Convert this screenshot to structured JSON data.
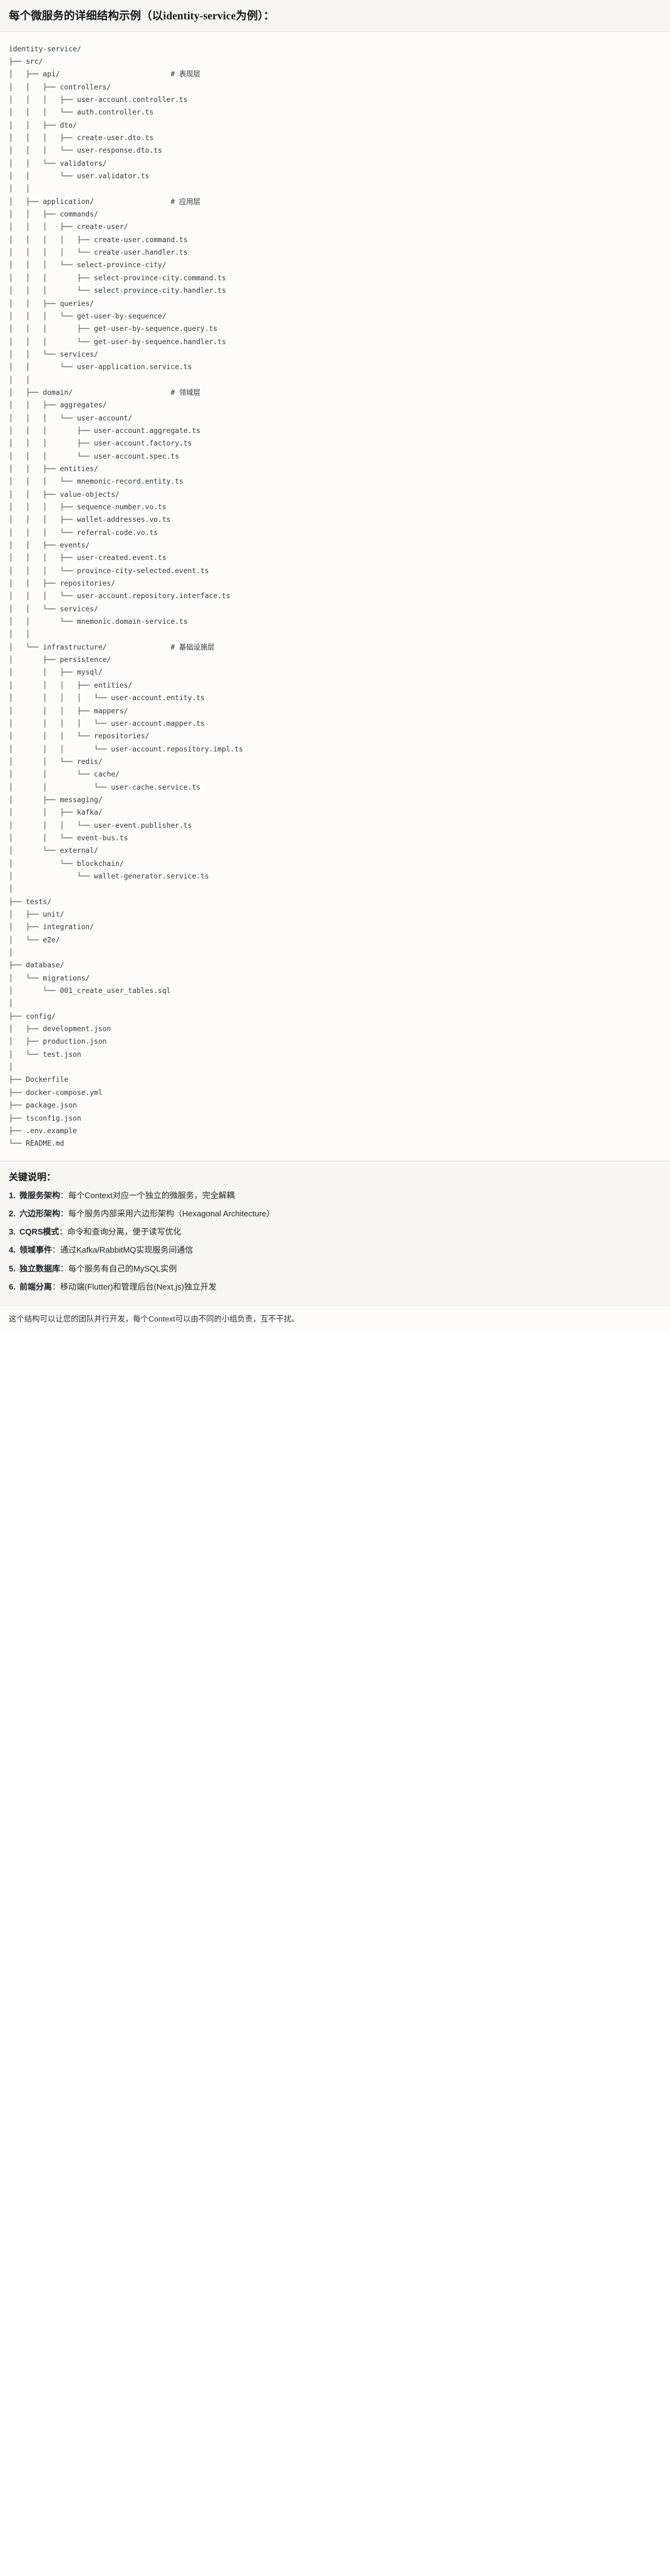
{
  "heading": {
    "text": "每个微服务的详细结构示例（以identity-service为例）："
  },
  "tree": {
    "root": "identity-service/",
    "text": "identity-service/\n├── src/\n│   ├── api/                          # 表现层\n│   │   ├── controllers/\n│   │   │   ├── user-account.controller.ts\n│   │   │   └── auth.controller.ts\n│   │   ├── dto/\n│   │   │   ├── create-user.dto.ts\n│   │   │   └── user-response.dto.ts\n│   │   └── validators/\n│   │       └── user.validator.ts\n│   │\n│   ├── application/                  # 应用层\n│   │   ├── commands/\n│   │   │   ├── create-user/\n│   │   │   │   ├── create-user.command.ts\n│   │   │   │   └── create-user.handler.ts\n│   │   │   └── select-province-city/\n│   │   │       ├── select-province-city.command.ts\n│   │   │       └── select-province-city.handler.ts\n│   │   ├── queries/\n│   │   │   └── get-user-by-sequence/\n│   │   │       ├── get-user-by-sequence.query.ts\n│   │   │       └── get-user-by-sequence.handler.ts\n│   │   └── services/\n│   │       └── user-application.service.ts\n│   │\n│   ├── domain/                       # 领域层\n│   │   ├── aggregates/\n│   │   │   └── user-account/\n│   │   │       ├── user-account.aggregate.ts\n│   │   │       ├── user-account.factory.ts\n│   │   │       └── user-account.spec.ts\n│   │   ├── entities/\n│   │   │   └── mnemonic-record.entity.ts\n│   │   ├── value-objects/\n│   │   │   ├── sequence-number.vo.ts\n│   │   │   ├── wallet-addresses.vo.ts\n│   │   │   └── referral-code.vo.ts\n│   │   ├── events/\n│   │   │   ├── user-created.event.ts\n│   │   │   └── province-city-selected.event.ts\n│   │   ├── repositories/\n│   │   │   └── user-account.repository.interface.ts\n│   │   └── services/\n│   │       └── mnemonic.domain-service.ts\n│   │\n│   └── infrastructure/               # 基础设施层\n│       ├── persistence/\n│       │   ├── mysql/\n│       │   │   ├── entities/\n│       │   │   │   └── user-account.entity.ts\n│       │   │   ├── mappers/\n│       │   │   │   └── user-account.mapper.ts\n│       │   │   └── repositories/\n│       │   │       └── user-account.repository.impl.ts\n│       │   └── redis/\n│       │       └── cache/\n│       │           └── user-cache.service.ts\n│       ├── messaging/\n│       │   ├── kafka/\n│       │   │   └── user-event.publisher.ts\n│       │   └── event-bus.ts\n│       └── external/\n│           └── blockchain/\n│               └── wallet-generator.service.ts\n│\n├── tests/\n│   ├── unit/\n│   ├── integration/\n│   └── e2e/\n│\n├── database/\n│   └── migrations/\n│       └── 001_create_user_tables.sql\n│\n├── config/\n│   ├── development.json\n│   ├── production.json\n│   └── test.json\n│\n├── Dockerfile\n├── docker-compose.yml\n├── package.json\n├── tsconfig.json\n├── .env.example\n└── README.md",
    "layer_comments": [
      "# 表现层",
      "# 应用层",
      "# 领域层",
      "# 基础设施层"
    ]
  },
  "keys": {
    "title": "关键说明：",
    "items": [
      {
        "label": "微服务架构",
        "text": "：每个Context对应一个独立的微服务，完全解耦"
      },
      {
        "label": "六边形架构",
        "text": "：每个服务内部采用六边形架构（Hexagonal Architecture）"
      },
      {
        "label": "CQRS模式",
        "text": "：命令和查询分离，便于读写优化"
      },
      {
        "label": "领域事件",
        "text": "：通过Kafka/RabbitMQ实现服务间通信"
      },
      {
        "label": "独立数据库",
        "text": "：每个服务有自己的MySQL实例"
      },
      {
        "label": "前端分离",
        "text": "：移动端(Flutter)和管理后台(Next.js)独立开发"
      }
    ]
  },
  "footer": {
    "note": "这个结构可以让您的团队并行开发，每个Context可以由不同的小组负责，互不干扰。"
  }
}
